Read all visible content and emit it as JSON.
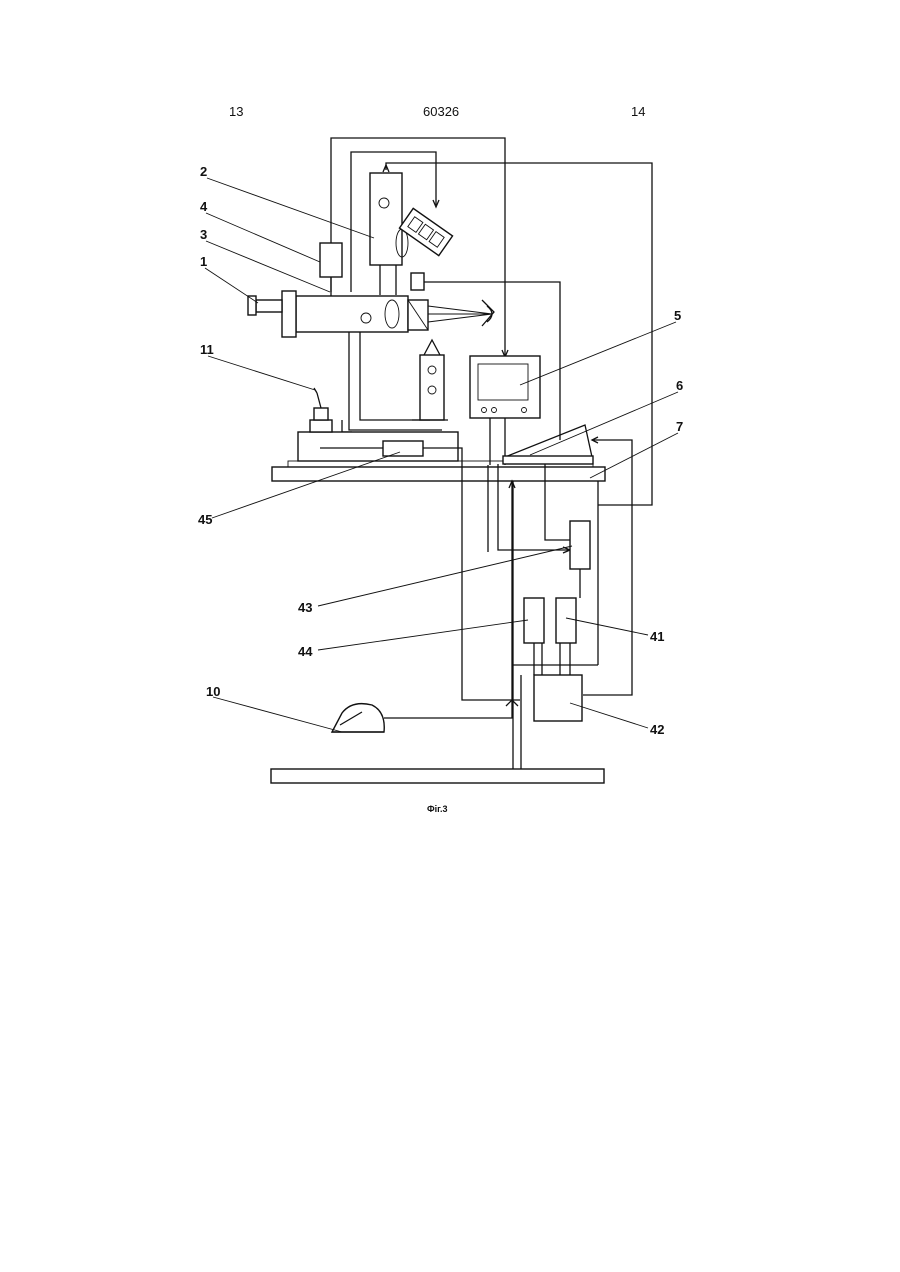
{
  "header": {
    "left_page": "13",
    "patent_number": "60326",
    "right_page": "14"
  },
  "figure": {
    "caption": "Фіг.3",
    "labels": {
      "l1": "1",
      "l2": "2",
      "l3": "3",
      "l4": "4",
      "l5": "5",
      "l6": "6",
      "l7": "7",
      "l10": "10",
      "l11": "11",
      "l41": "41",
      "l42": "42",
      "l43": "43",
      "l44": "44",
      "l45": "45"
    }
  }
}
